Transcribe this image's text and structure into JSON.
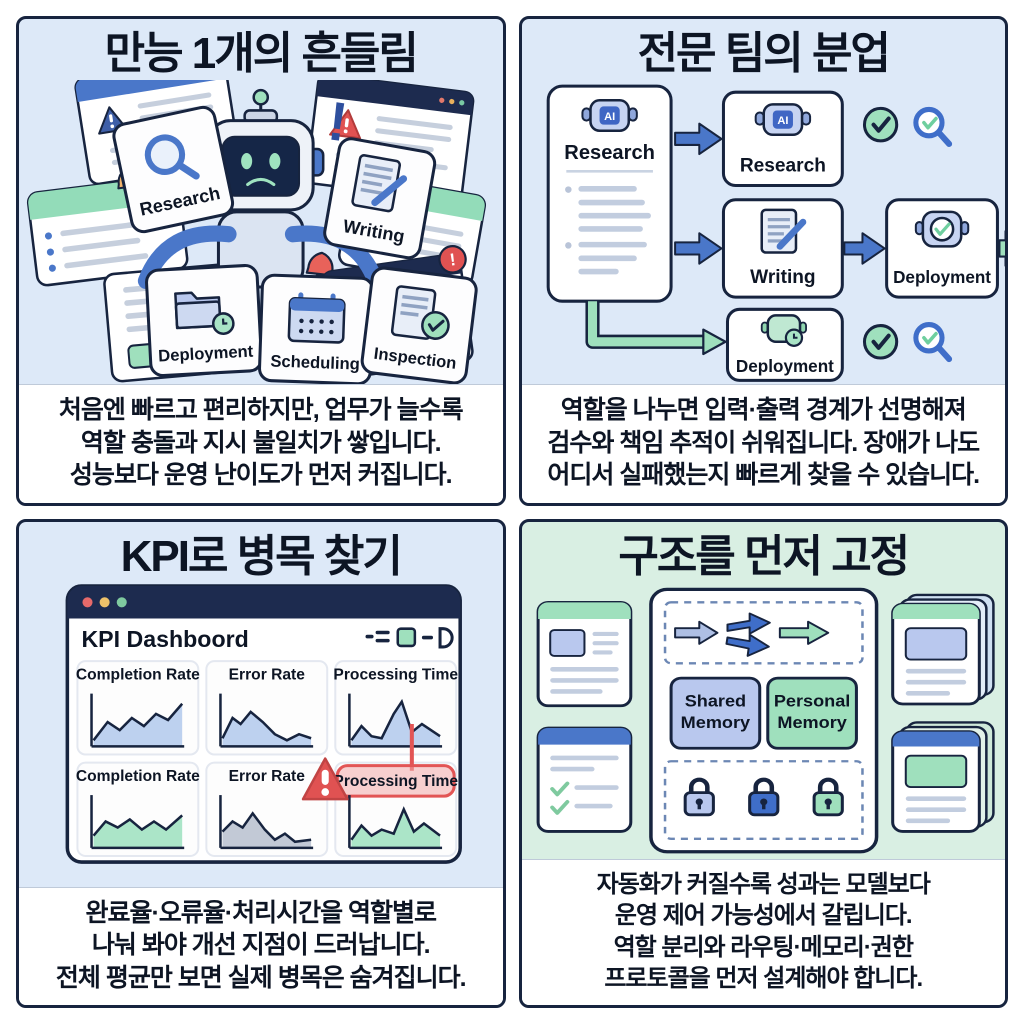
{
  "colors": {
    "outline_navy": "#17243f",
    "accent_blue": "#4a77c9",
    "light_blue_fill": "#b9c8ee",
    "mint_green": "#9fe0bd",
    "alert_red": "#e05252",
    "panel_blue_bg": "#dde9f8",
    "panel_green_bg": "#d9efe3",
    "titlebar_navy": "#1d2b4f"
  },
  "panel1": {
    "title": "만능 1개의 흔들림",
    "alert_mark": "!",
    "cards": {
      "research": "Research",
      "writing": "Writing",
      "deployment": "Deployment",
      "scheduling": "Scheduling",
      "inspection": "Inspection"
    },
    "caption": {
      "line1": "처음엔 빠르고 편리하지만, 업무가 늘수록",
      "line2": "역할 충돌과 지시 불일치가 쌓입니다.",
      "line3": "성능보다 운영 난이도가 먼저 커집니다."
    }
  },
  "panel2": {
    "title": "전문 팀의 분업",
    "nodes": {
      "ai_badge": "AI",
      "source_label": "Research",
      "research_label": "Research",
      "writing_label": "Writing",
      "deployment_mid_label": "Deployment",
      "deployment_bottom_label": "Deployment"
    },
    "caption": {
      "line1": "역할을 나누면 입력·출력 경계가 선명해져",
      "line2": "검수와 책임 추적이 쉬워집니다. 장애가 나도",
      "line3": "어디서 실패했는지 빠르게 찾을 수 있습니다."
    }
  },
  "panel3": {
    "title": "KPI로 병목 찾기",
    "dashboard": {
      "window_title": "KPI Dashboord",
      "charts": {
        "r1c1": "Completion Rate",
        "r1c2": "Error Rate",
        "r1c3": "Processing Time",
        "r2c1": "Completion Rate",
        "r2c2": "Error Rate",
        "r2c3": "Processing Time"
      }
    },
    "caption": {
      "line1": "완료율·오류율·처리시간을 역할별로",
      "line2": "나눠 봐야 개선 지점이 드러납니다.",
      "line3": "전체 평균만 보면 실제 병목은 숨겨집니다."
    }
  },
  "panel4": {
    "title": "구조를 먼저 고정",
    "memory": {
      "shared_line1": "Shared",
      "shared_line2": "Memory",
      "personal_line1": "Personal",
      "personal_line2": "Memory"
    },
    "caption": {
      "line1": "자동화가 커질수록 성과는 모델보다",
      "line2": "운영 제어 가능성에서 갈립니다.",
      "line3": "역할 분리와 라우팅·메모리·권한",
      "line4": "프로토콜을 먼저 설계해야 합니다."
    }
  }
}
